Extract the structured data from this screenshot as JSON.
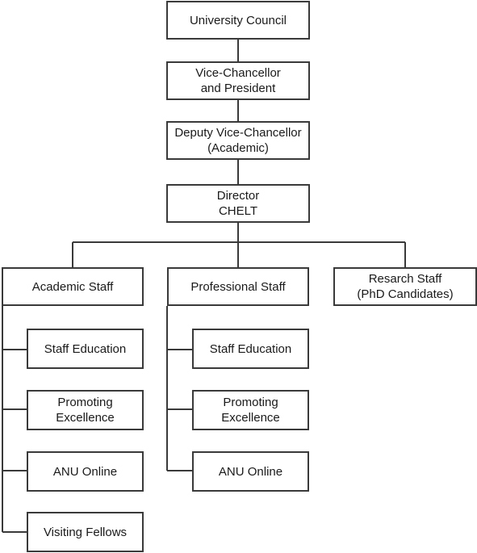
{
  "nodes": {
    "council": {
      "lines": [
        "University Council"
      ]
    },
    "vc": {
      "lines": [
        "Vice-Chancellor",
        "and President"
      ]
    },
    "dvc": {
      "lines": [
        "Deputy Vice-Chancellor",
        "(Academic)"
      ]
    },
    "director": {
      "lines": [
        "Director",
        "CHELT"
      ]
    },
    "academic_staff": {
      "lines": [
        "Academic Staff"
      ]
    },
    "professional_staff": {
      "lines": [
        "Professional Staff"
      ]
    },
    "research_staff": {
      "lines": [
        "Resarch Staff",
        "(PhD Candidates)"
      ]
    },
    "academic_children": [
      {
        "lines": [
          "Staff Education"
        ]
      },
      {
        "lines": [
          "Promoting",
          "Excellence"
        ]
      },
      {
        "lines": [
          "ANU Online"
        ]
      },
      {
        "lines": [
          "Visiting Fellows"
        ]
      }
    ],
    "professional_children": [
      {
        "lines": [
          "Staff Education"
        ]
      },
      {
        "lines": [
          "Promoting",
          "Excellence"
        ]
      },
      {
        "lines": [
          "ANU Online"
        ]
      }
    ]
  },
  "colors": {
    "line": "#3a3a3a",
    "box_border": "#3a3a3a",
    "background": "#ffffff"
  }
}
